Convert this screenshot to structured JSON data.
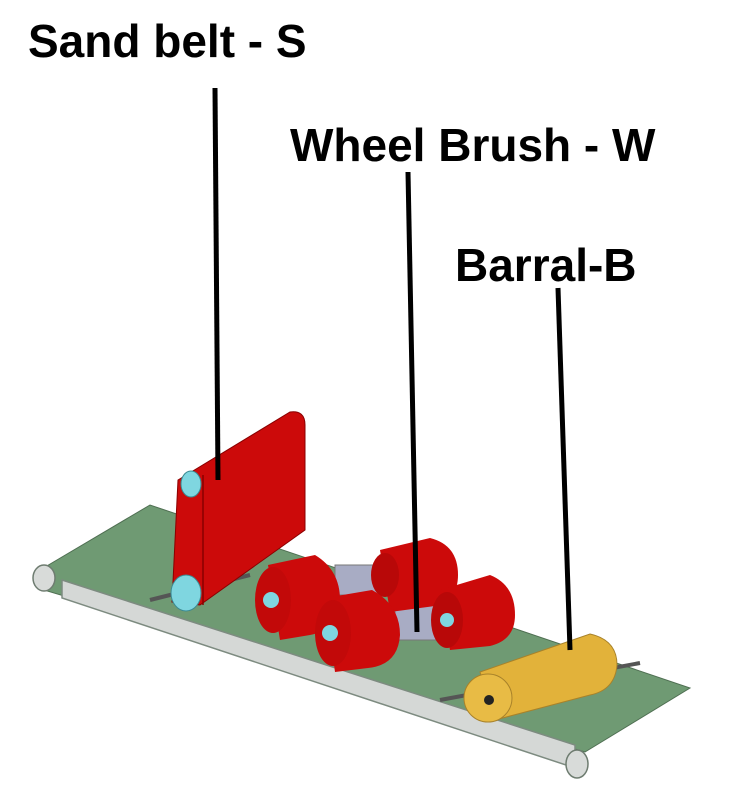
{
  "labels": {
    "sand_belt": "Sand belt - S",
    "wheel_brush": "Wheel Brush - W",
    "barrel": "Barral-B"
  },
  "colors": {
    "belt_green": "#6f9a73",
    "belt_side": "#d5d8d6",
    "red": "#cc0a0a",
    "cyan": "#7fd6e0",
    "gold": "#e2b23a",
    "gray_block": "#a8acc4"
  }
}
